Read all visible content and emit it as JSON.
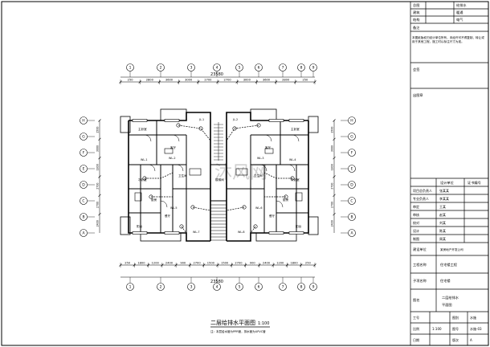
{
  "drawing": {
    "plan_title": "二层给排水平面图",
    "plan_scale": "1:100",
    "plan_note": "注：本层给水管为PPR管，排水管为UPVC管",
    "watermark": "沐风网",
    "overall_dimension": "23580",
    "top_dimensions": [
      "250",
      "2800",
      "3600",
      "3000",
      "2700",
      "2700",
      "3000",
      "3600",
      "2800",
      "250"
    ],
    "bottom_dimensions": [
      "250",
      "1800",
      "1200",
      "2400",
      "900",
      "2700",
      "1500",
      "1500",
      "2700",
      "900",
      "2400",
      "1200",
      "1800",
      "250"
    ],
    "side_dimensions": [
      "1500",
      "3000",
      "1800",
      "2700",
      "2700",
      "2400"
    ],
    "column_axes": [
      "1",
      "2",
      "3",
      "4",
      "5",
      "6",
      "7",
      "8",
      "9"
    ],
    "row_axes": [
      "H",
      "G",
      "F",
      "E",
      "D",
      "C",
      "B",
      "A"
    ],
    "room_labels": [
      "主卧室",
      "次卧室",
      "客厅",
      "餐厅",
      "厨房",
      "卫生间",
      "阳台",
      "楼梯间",
      "主卧室",
      "次卧室",
      "客厅",
      "餐厅",
      "厨房",
      "卫生间",
      "阳台"
    ],
    "fixture_labels": [
      "WL-1",
      "WL-2",
      "WL-3",
      "WL-4",
      "WL-5",
      "WL-6",
      "WL-7",
      "WL-8",
      "JL-1",
      "JL-2"
    ]
  },
  "title_block": {
    "header": [
      {
        "left": "总图",
        "right": "给排水"
      },
      {
        "left": "建筑",
        "right": "暖通"
      },
      {
        "left": "结构",
        "right": "电气"
      }
    ],
    "notes_label": "备注",
    "notes_text": "本图纸版权归设计单位所有，未经许可不得复制、转让或用于其他工程，施工时以标注尺寸为准。",
    "review_label": "会签",
    "stamp_label": "出图章",
    "company_header": {
      "a": "设计单位",
      "b": "证书编号"
    },
    "personnel": [
      {
        "role": "项目总负责人",
        "name": "张某某"
      },
      {
        "role": "专业负责人",
        "name": "李某某"
      },
      {
        "role": "审定",
        "name": "王某"
      },
      {
        "role": "审核",
        "name": "赵某"
      },
      {
        "role": "校对",
        "name": "刘某"
      },
      {
        "role": "设计",
        "name": "陈某"
      },
      {
        "role": "制图",
        "name": "周某"
      }
    ],
    "project_label": "建设单位",
    "project_value": "某房地产开发公司",
    "project_name_label": "工程名称",
    "project_name_value": "住宅楼工程",
    "sub_label": "子项名称",
    "sub_value": "住宅楼",
    "drawing_label": "图名",
    "drawing_value_1": "二层给排水",
    "drawing_value_2": "平面图",
    "footer": [
      {
        "a": "工号",
        "b": "",
        "c": "图别",
        "d": "水施"
      },
      {
        "a": "比例",
        "b": "1:100",
        "c": "图号",
        "d": "水施-03"
      },
      {
        "a": "日期",
        "b": "",
        "c": "版次",
        "d": "A"
      }
    ]
  }
}
